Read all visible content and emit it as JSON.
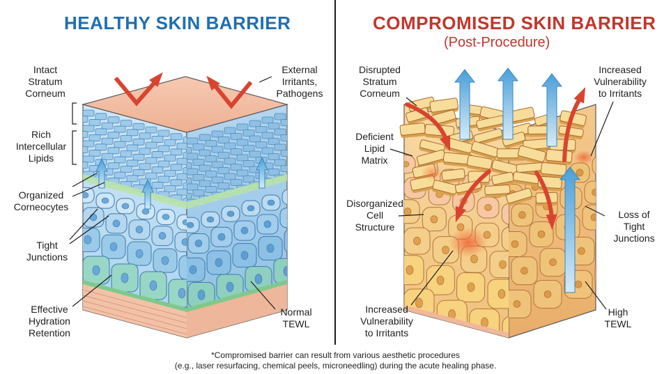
{
  "colors": {
    "healthy_title": "#1f6fb0",
    "compromised_title": "#c0362c",
    "divider": "#1a1a1a",
    "healthy_cell": "#7fb6e6",
    "compromised_cell": "#f0c07a",
    "irritant_arrow": "#d9442f",
    "water_arrow": "#5aa8dd"
  },
  "healthy": {
    "title": "HEALTHY SKIN BARRIER",
    "labels": [
      {
        "name": "label-intact-stratum-corneum",
        "lines": [
          "Intact",
          "Stratum",
          "Corneum"
        ]
      },
      {
        "name": "label-rich-intercellular-lipids",
        "lines": [
          "Rich",
          "Intercellular",
          "Lipids"
        ]
      },
      {
        "name": "label-organized-corneocytes",
        "lines": [
          "Organized",
          "Corneocytes"
        ]
      },
      {
        "name": "label-tight-junctions",
        "lines": [
          "Tight",
          "Junctions"
        ]
      },
      {
        "name": "label-effective-hydration-retention",
        "lines": [
          "Effective",
          "Hydration",
          "Retention"
        ]
      },
      {
        "name": "label-external-irritants",
        "lines": [
          "External",
          "Irritants,",
          "Pathogens"
        ]
      },
      {
        "name": "label-normal-tewl",
        "lines": [
          "Normal",
          "TEWL"
        ]
      }
    ]
  },
  "compromised": {
    "title": "COMPROMISED SKIN BARRIER",
    "subtitle": "(Post-Procedure)",
    "labels": [
      {
        "name": "label-disrupted-stratum-corneum",
        "lines": [
          "Disrupted",
          "Stratum",
          "Corneum"
        ]
      },
      {
        "name": "label-deficient-lipid-matrix",
        "lines": [
          "Deficient",
          "Lipid",
          "Matrix"
        ]
      },
      {
        "name": "label-disorganized-cell-structure",
        "lines": [
          "Disorganized",
          "Cell",
          "Structure"
        ]
      },
      {
        "name": "label-increased-vulnerability-bottom",
        "lines": [
          "Increased",
          "Vulnerability",
          "to Irritants"
        ]
      },
      {
        "name": "label-increased-vulnerability-top",
        "lines": [
          "Increased",
          "Vulnerability",
          "to Irritants"
        ]
      },
      {
        "name": "label-loss-of-tight-junctions",
        "lines": [
          "Loss of",
          "Tight",
          "Junctions"
        ]
      },
      {
        "name": "label-high-tewl",
        "lines": [
          "High",
          "TEWL"
        ]
      }
    ]
  },
  "footnote": {
    "line1": "*Compromised barrier can result from various aesthetic procedures",
    "line2": "(e.g., laser resurfacing, chemical peels, microneedling) during the acute healing phase."
  }
}
